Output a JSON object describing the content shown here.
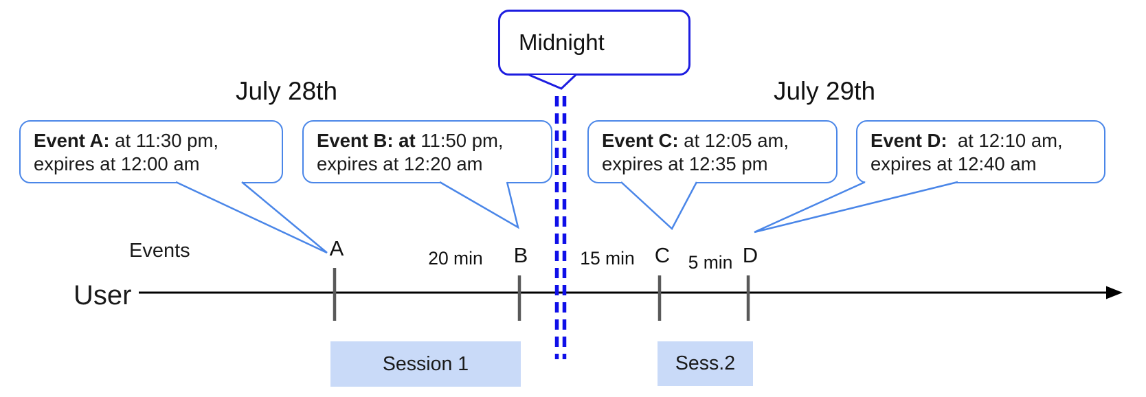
{
  "dates": {
    "july28": "July 28th",
    "july29": "July 29th"
  },
  "midnight_label": "Midnight",
  "event_bubbles": [
    {
      "bold": "Event A:",
      "line1_rest": " at 11:30 pm,",
      "line2": "expires at 12:00 am"
    },
    {
      "bold": "Event B: at",
      "line1_rest": " 11:50 pm,",
      "line2": "expires at 12:20 am"
    },
    {
      "bold": "Event C:",
      "line1_rest": " at 12:05 am,",
      "line2": "expires at 12:35 pm"
    },
    {
      "bold": "Event D:",
      "line1_rest": "  at 12:10 am,",
      "line2": "expires at 12:40 am"
    }
  ],
  "axis": {
    "events_label": "Events",
    "user_label": "User"
  },
  "tick_labels": [
    "A",
    "B",
    "C",
    "D"
  ],
  "interval_labels": [
    "20 min",
    "15 min",
    "5 min"
  ],
  "session_labels": [
    "Session 1",
    "Sess.2"
  ],
  "colors": {
    "event_bubble_border": "#4a86e8",
    "midnight_border": "#1d1de0",
    "dashed_line": "#0f0fe8",
    "session_fill": "#c9daf8",
    "tick": "#595959",
    "timeline": "#000000"
  }
}
